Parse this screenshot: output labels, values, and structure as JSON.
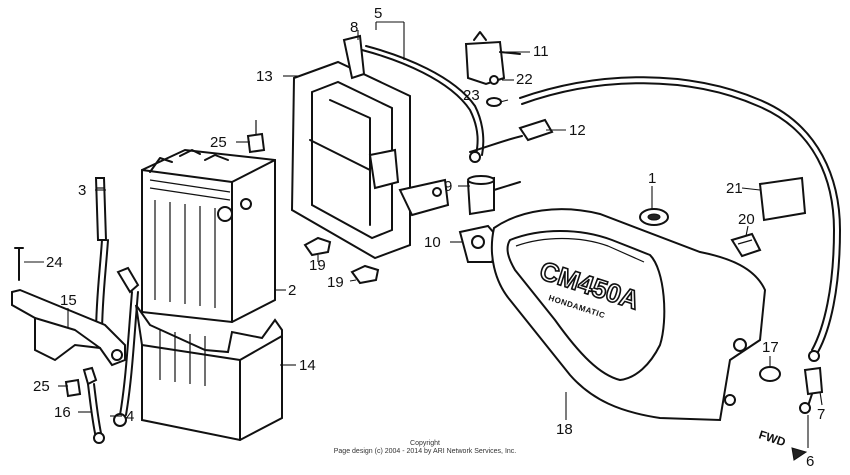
{
  "diagram": {
    "labels": {
      "n1": "1",
      "n2": "2",
      "n3": "3",
      "n4": "4",
      "n5": "5",
      "n6": "6",
      "n7": "7",
      "n8": "8",
      "n9": "9",
      "n10": "10",
      "n11": "11",
      "n12": "12",
      "n13": "13",
      "n14": "14",
      "n15": "15",
      "n16": "16",
      "n17": "17",
      "n18": "18",
      "n19a": "19",
      "n19b": "19",
      "n20": "20",
      "n21": "21",
      "n22": "22",
      "n23": "23",
      "n24": "24",
      "n25a": "25",
      "n25b": "25"
    },
    "side_cover_logo": "CM450A",
    "side_cover_sub": "HONDAMATIC",
    "fwd_marker": "FWD"
  },
  "copyright": {
    "line1": "Copyright",
    "line2": "Page design (c) 2004 - 2014 by ARI Network Services, Inc."
  }
}
